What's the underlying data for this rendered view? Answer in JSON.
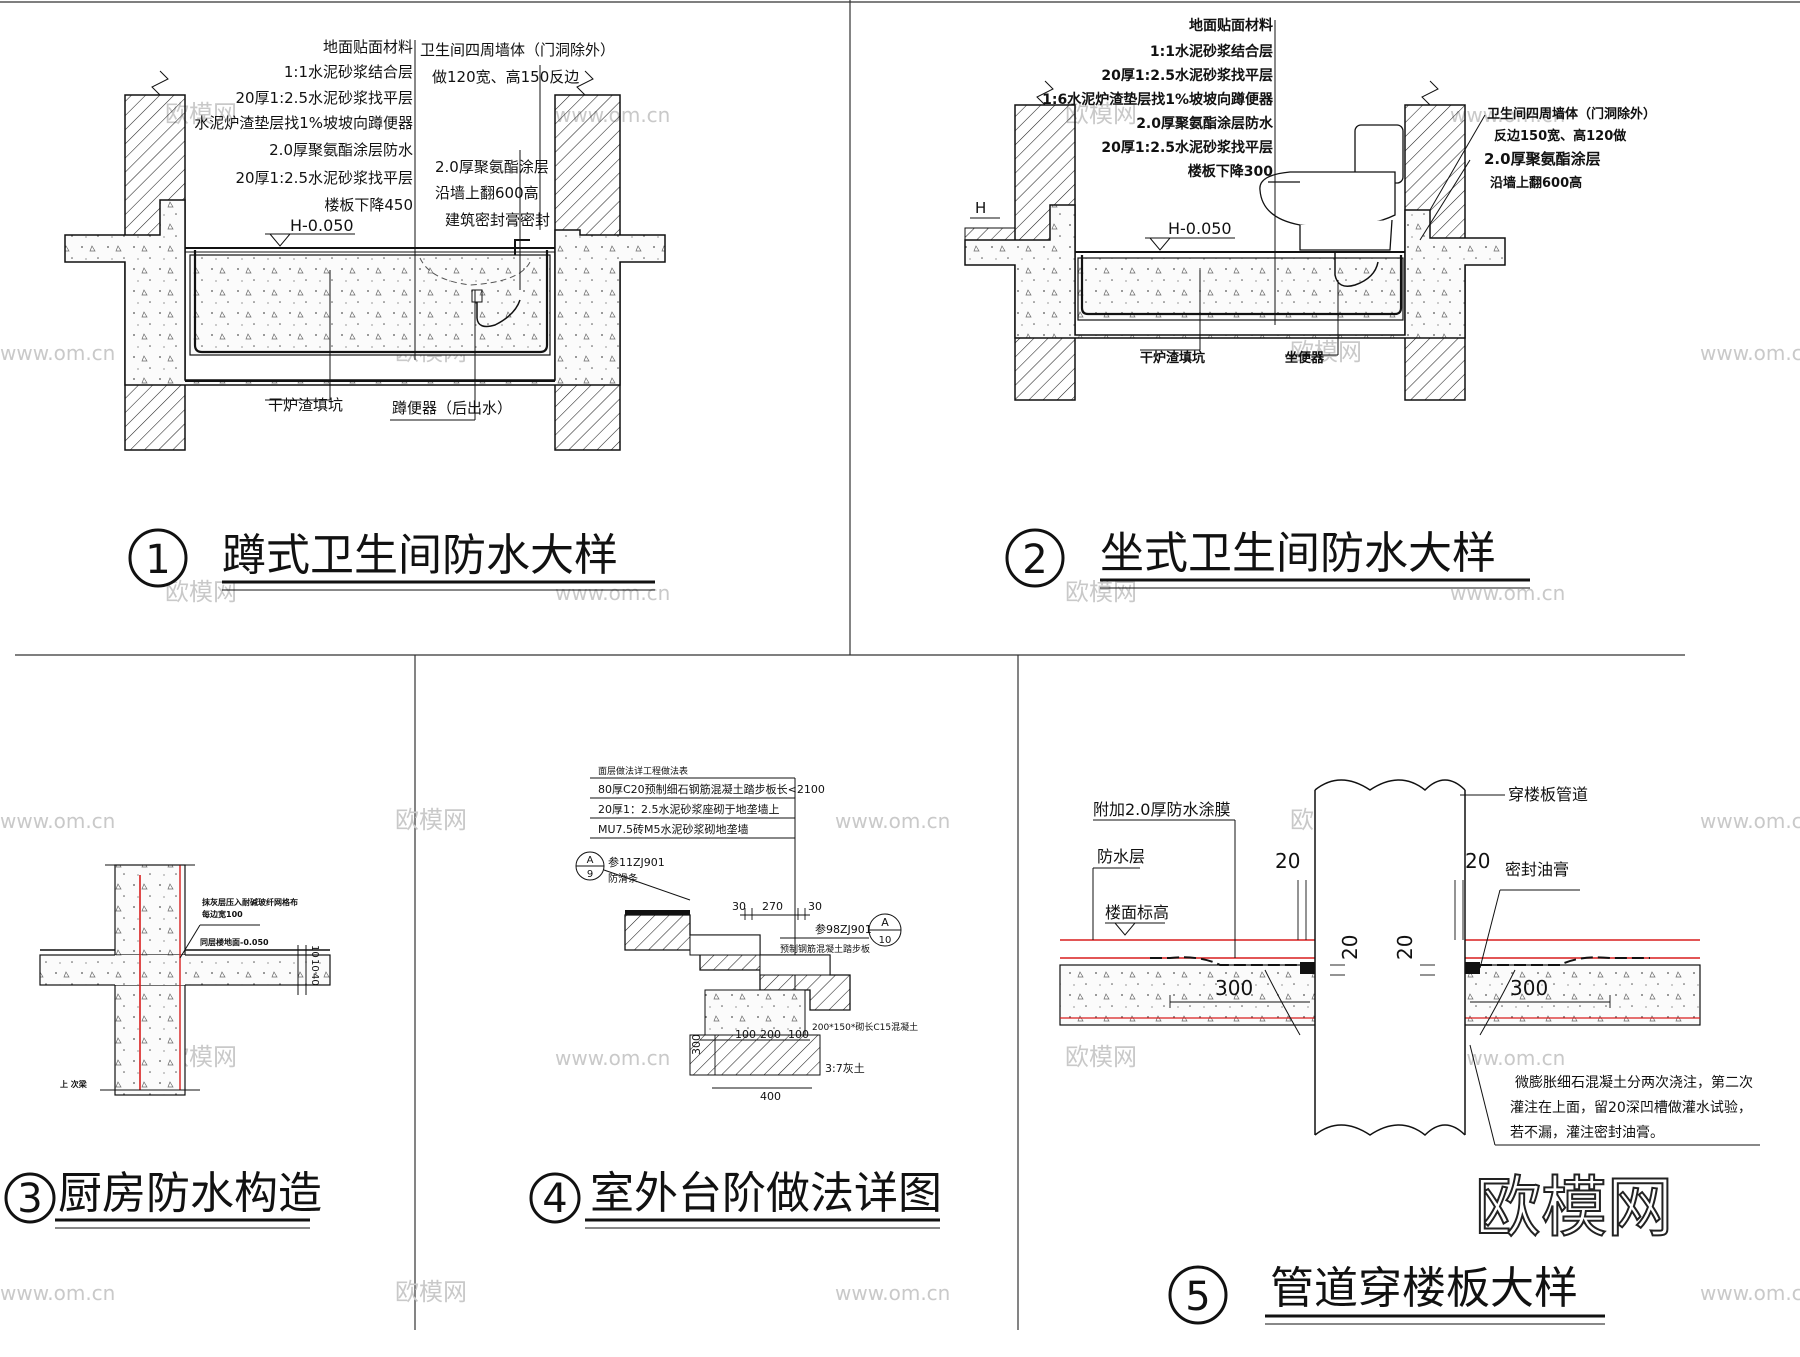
{
  "colors": {
    "line": "#111111",
    "concrete_fill": "#f7f7f7",
    "red_line": "#d81e1e",
    "watermark": "#c9c9c9"
  },
  "detail1": {
    "number": "1",
    "title": "蹲式卫生间防水大样",
    "layers": [
      "地面贴面材料",
      "1:1水泥砂浆结合层",
      "20厚1:2.5水泥砂浆找平层",
      "水泥炉渣垫层找1%坡坡向蹲便器",
      "2.0厚聚氨酯涂层防水",
      "20厚1:2.5水泥砂浆找平层",
      "楼板下降450"
    ],
    "wall_note": [
      "卫生间四周墙体（门洞除外）",
      "做120宽、高150反边"
    ],
    "coating_note": [
      "2.0厚聚氨酯涂层",
      "沿墙上翻600高"
    ],
    "seal_note": "建筑密封膏密封",
    "level": "H-0.050",
    "fill_label": "干炉渣填坑",
    "fixture_label": "蹲便器（后出水）"
  },
  "detail2": {
    "number": "2",
    "title": "坐式卫生间防水大样",
    "layers": [
      "地面贴面材料",
      "1:1水泥砂浆结合层",
      "20厚1:2.5水泥砂浆找平层",
      "1:6水泥炉渣垫层找1%坡坡向蹲便器",
      "2.0厚聚氨酯涂层防水",
      "20厚1:2.5水泥砂浆找平层",
      "楼板下降300"
    ],
    "wall_note": [
      "卫生间四周墙体（门洞除外）",
      "反边150宽、高120做"
    ],
    "coating_note": [
      "2.0厚聚氨酯涂层",
      "沿墙上翻600高"
    ],
    "level": "H-0.050",
    "level_left": "H",
    "fill_label": "干炉渣填坑",
    "fixture_label": "坐便器"
  },
  "detail3": {
    "number": "3",
    "title": "厨房防水构造",
    "note1": [
      "抹灰层压入耐碱玻纤网格布",
      "每边宽100"
    ],
    "level": "同层楼地面-0.050",
    "dims": [
      "10",
      "10",
      "40"
    ],
    "bottom_note": "上 次梁"
  },
  "detail4": {
    "number": "4",
    "title": "室外台阶做法详图",
    "table": [
      "面层做法详工程做法表",
      "80厚C20预制细石钢筋混凝土踏步板长<2100",
      "20厚1：2.5水泥砂浆座砌于地垄墙上",
      "MU7.5砖M5水泥砂浆砌地垄墙"
    ],
    "ref_a": "A",
    "ref_a_num": "9",
    "ref_a_std": "参11ZJ901",
    "ref_a_label": "防滑条",
    "ref_b": "A",
    "ref_b_num": "10",
    "ref_b_std": "参98ZJ901",
    "board_label": "预制钢筋混凝土踏步板",
    "dims_top": [
      "30",
      "270",
      "30"
    ],
    "dims_bottom": [
      "100",
      "200",
      "100"
    ],
    "dim_300": "300",
    "dim_400": "400",
    "mix_label": "200*150*砌长C15混凝土",
    "soil_label": "3:7灰土"
  },
  "detail5": {
    "number": "5",
    "title": "管道穿楼板大样",
    "pipe_label": "穿楼板管道",
    "extra_coating": "附加2.0厚防水涂膜",
    "waterproof": "防水层",
    "floor_level": "楼面标高",
    "sealant": "密封油膏",
    "dim20": "20",
    "dim300": "300",
    "note": [
      "微膨胀细石混凝土分两次浇注，第二次",
      "灌注在上面，留20深凹槽做灌水试验，",
      "若不漏，灌注密封油膏。"
    ]
  },
  "brand": "欧模网",
  "watermark_text": "欧模网",
  "watermark_url": "www.om.cn"
}
